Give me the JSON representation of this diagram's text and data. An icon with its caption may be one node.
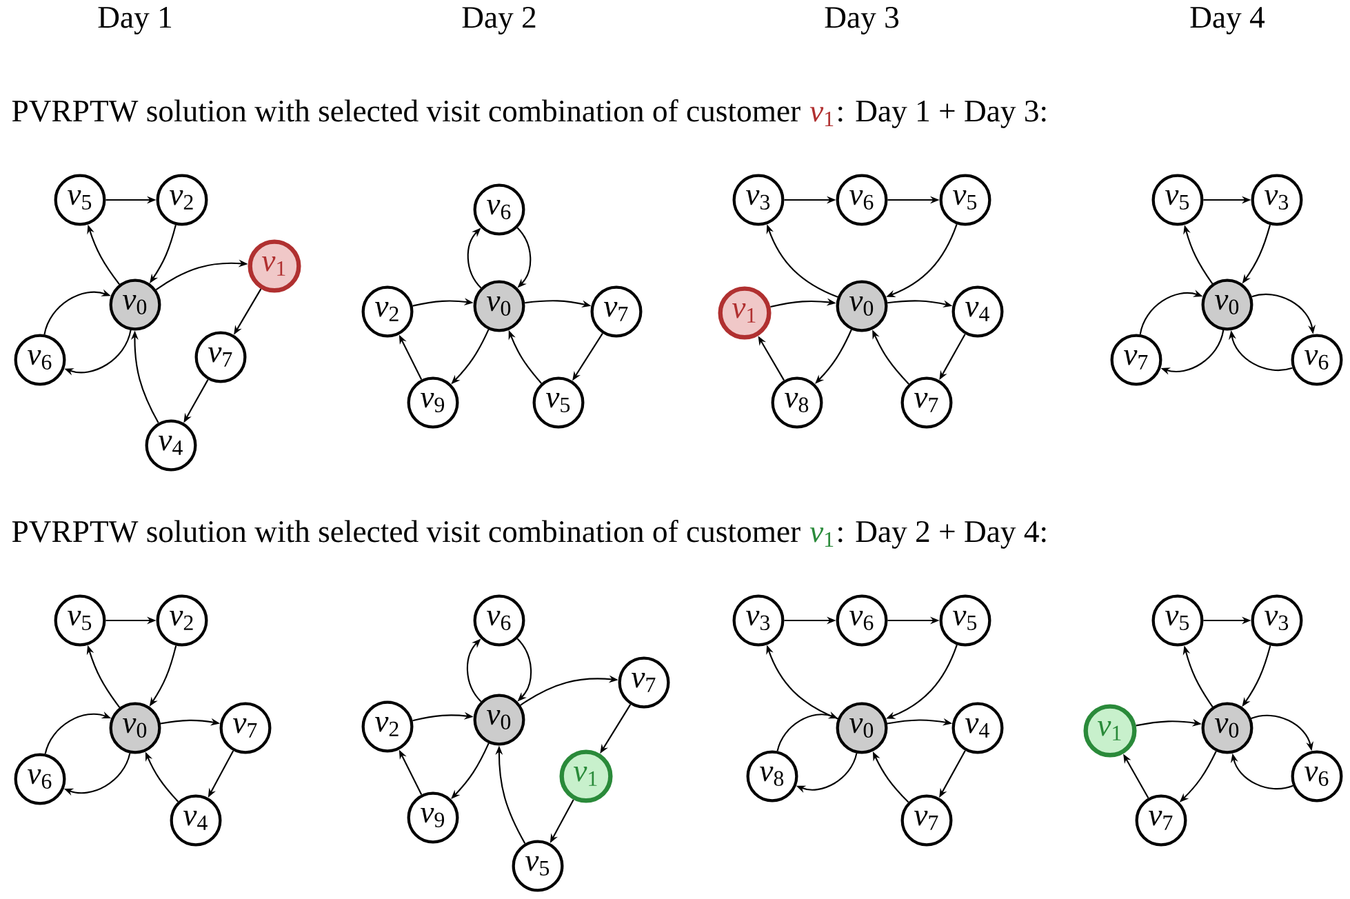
{
  "diagram": {
    "nodes": [
      {
        "text": [
          "*v*$_{5}$"
        ]
      },
      {
        "text": [
          "*v*$_{2}$"
        ]
      },
      {
        "text": [
          "*v*$_{0}$"
        ]
      },
      {
        "text": [
          "*v*$_{1}$"
        ]
      },
      {
        "text": [
          "*v*$_{6}$"
        ]
      },
      {
        "text": [
          "*v*$_{7}$"
        ]
      },
      {
        "text": [
          "*v*$_{4}$"
        ]
      },
      {
        "text": [
          "*v*$_{6}$"
        ]
      },
      {
        "text": [
          "*v*$_{2}$"
        ]
      },
      {
        "text": [
          "*v*$_{0}$"
        ]
      },
      {
        "text": [
          "*v*$_{7}$"
        ]
      },
      {
        "text": [
          "*v*$_{9}$"
        ]
      },
      {
        "text": [
          "*v*$_{5}$"
        ]
      },
      {
        "text": [
          "*v*$_{3}$"
        ]
      },
      {
        "text": [
          "*v*$_{6}$"
        ]
      },
      {
        "text": [
          "*v*$_{5}$"
        ]
      },
      {
        "text": [
          "*v*$_{1}$"
        ]
      },
      {
        "text": [
          "*v*$_{0}$"
        ]
      },
      {
        "text": [
          "*v*$_{4}$"
        ]
      },
      {
        "text": [
          "*v*$_{8}$"
        ]
      },
      {
        "text": [
          "*v*$_{7}$"
        ]
      },
      {
        "text": [
          "*v*$_{5}$"
        ]
      },
      {
        "text": [
          "*v*$_{3}$"
        ]
      },
      {
        "text": [
          "*v*$_{0}$"
        ]
      },
      {
        "text": [
          "*v*$_{7}$"
        ]
      },
      {
        "text": [
          "*v*$_{6}$"
        ]
      },
      {
        "text": [
          "*v*$_{5}$"
        ]
      },
      {
        "text": [
          "*v*$_{2}$"
        ]
      },
      {
        "text": [
          "*v*$_{0}$"
        ]
      },
      {
        "text": [
          "*v*$_{7}$"
        ]
      },
      {
        "text": [
          "*v*$_{6}$"
        ]
      },
      {
        "text": [
          "*v*$_{4}$"
        ]
      },
      {
        "text": [
          "*v*$_{6}$"
        ]
      },
      {
        "text": [
          "*v*$_{2}$"
        ]
      },
      {
        "text": [
          "*v*$_{0}$"
        ]
      },
      {
        "text": [
          "*v*$_{7}$"
        ]
      },
      {
        "text": [
          "*v*$_{1}$"
        ]
      },
      {
        "text": [
          "*v*$_{9}$"
        ]
      },
      {
        "text": [
          "*v*$_{5}$"
        ]
      },
      {
        "text": [
          "*v*$_{3}$"
        ]
      },
      {
        "text": [
          "*v*$_{6}$"
        ]
      },
      {
        "text": [
          "*v*$_{5}$"
        ]
      },
      {
        "text": [
          "*v*$_{0}$"
        ]
      },
      {
        "text": [
          "*v*$_{4}$"
        ]
      },
      {
        "text": [
          "*v*$_{8}$"
        ]
      },
      {
        "text": [
          "*v*$_{7}$"
        ]
      },
      {
        "text": [
          "*v*$_{5}$"
        ]
      },
      {
        "text": [
          "*v*$_{3}$"
        ]
      },
      {
        "text": [
          "*v*$_{1}$"
        ]
      },
      {
        "text": [
          "*v*$_{0}$"
        ]
      },
      {
        "text": [
          "*v*$_{6}$"
        ]
      },
      {
        "text": [
          "*v*$_{7}$"
        ]
      }
    ],
    "edges": [
      {
        "from": 2,
        "to": 0,
        "arrow": "to"
      },
      {
        "from": 0,
        "to": 1,
        "arrow": "to"
      },
      {
        "from": 1,
        "to": 2,
        "arrow": "to"
      },
      {
        "from": 2,
        "to": 3,
        "arrow": "to"
      },
      {
        "from": 3,
        "to": 5,
        "arrow": "to"
      },
      {
        "from": 5,
        "to": 6,
        "arrow": "to"
      },
      {
        "from": 6,
        "to": 2,
        "arrow": "to"
      },
      {
        "from": 4,
        "to": 2,
        "arrow": "to"
      },
      {
        "from": 2,
        "to": 4,
        "arrow": "to"
      },
      {
        "from": 9,
        "to": 7,
        "arrow": "to"
      },
      {
        "from": 7,
        "to": 9,
        "arrow": "to"
      },
      {
        "from": 8,
        "to": 9,
        "arrow": "to"
      },
      {
        "from": 9,
        "to": 10,
        "arrow": "to"
      },
      {
        "from": 10,
        "to": 12,
        "arrow": "to"
      },
      {
        "from": 12,
        "to": 9,
        "arrow": "to"
      },
      {
        "from": 9,
        "to": 11,
        "arrow": "to"
      },
      {
        "from": 11,
        "to": 8,
        "arrow": "to"
      },
      {
        "from": 17,
        "to": 13,
        "arrow": "to"
      },
      {
        "from": 13,
        "to": 14,
        "arrow": "to"
      },
      {
        "from": 14,
        "to": 15,
        "arrow": "to"
      },
      {
        "from": 15,
        "to": 17,
        "arrow": "to"
      },
      {
        "from": 16,
        "to": 17,
        "arrow": "to"
      },
      {
        "from": 17,
        "to": 18,
        "arrow": "to"
      },
      {
        "from": 18,
        "to": 20,
        "arrow": "to"
      },
      {
        "from": 20,
        "to": 17,
        "arrow": "to"
      },
      {
        "from": 17,
        "to": 19,
        "arrow": "to"
      },
      {
        "from": 19,
        "to": 16,
        "arrow": "to"
      },
      {
        "from": 23,
        "to": 21,
        "arrow": "to"
      },
      {
        "from": 21,
        "to": 22,
        "arrow": "to"
      },
      {
        "from": 22,
        "to": 23,
        "arrow": "to"
      },
      {
        "from": 24,
        "to": 23,
        "arrow": "to"
      },
      {
        "from": 23,
        "to": 24,
        "arrow": "to"
      },
      {
        "from": 23,
        "to": 25,
        "arrow": "to"
      },
      {
        "from": 25,
        "to": 23,
        "arrow": "to"
      },
      {
        "from": 28,
        "to": 26,
        "arrow": "to"
      },
      {
        "from": 26,
        "to": 27,
        "arrow": "to"
      },
      {
        "from": 27,
        "to": 28,
        "arrow": "to"
      },
      {
        "from": 30,
        "to": 28,
        "arrow": "to"
      },
      {
        "from": 28,
        "to": 30,
        "arrow": "to"
      },
      {
        "from": 28,
        "to": 29,
        "arrow": "to"
      },
      {
        "from": 29,
        "to": 31,
        "arrow": "to"
      },
      {
        "from": 31,
        "to": 28,
        "arrow": "to"
      },
      {
        "from": 34,
        "to": 32,
        "arrow": "to"
      },
      {
        "from": 32,
        "to": 34,
        "arrow": "to"
      },
      {
        "from": 33,
        "to": 34,
        "arrow": "to"
      },
      {
        "from": 34,
        "to": 35,
        "arrow": "to"
      },
      {
        "from": 35,
        "to": 36,
        "arrow": "to"
      },
      {
        "from": 36,
        "to": 38,
        "arrow": "to"
      },
      {
        "from": 38,
        "to": 34,
        "arrow": "to"
      },
      {
        "from": 34,
        "to": 37,
        "arrow": "to"
      },
      {
        "from": 37,
        "to": 33,
        "arrow": "to"
      },
      {
        "from": 42,
        "to": 39,
        "arrow": "to"
      },
      {
        "from": 39,
        "to": 40,
        "arrow": "to"
      },
      {
        "from": 40,
        "to": 41,
        "arrow": "to"
      },
      {
        "from": 41,
        "to": 42,
        "arrow": "to"
      },
      {
        "from": 44,
        "to": 42,
        "arrow": "to"
      },
      {
        "from": 42,
        "to": 44,
        "arrow": "to"
      },
      {
        "from": 42,
        "to": 43,
        "arrow": "to"
      },
      {
        "from": 43,
        "to": 45,
        "arrow": "to"
      },
      {
        "from": 45,
        "to": 42,
        "arrow": "to"
      },
      {
        "from": 49,
        "to": 46,
        "arrow": "to"
      },
      {
        "from": 46,
        "to": 47,
        "arrow": "to"
      },
      {
        "from": 47,
        "to": 49,
        "arrow": "to"
      },
      {
        "from": 48,
        "to": 49,
        "arrow": "to"
      },
      {
        "from": 49,
        "to": 51,
        "arrow": "to"
      },
      {
        "from": 51,
        "to": 48,
        "arrow": "to"
      },
      {
        "from": 49,
        "to": 50,
        "arrow": "to"
      },
      {
        "from": 50,
        "to": 49,
        "arrow": "to"
      }
    ],
    "labels": [
      "Day 1",
      "Day 2",
      "Day 3",
      "Day 4",
      "PVRPTW solution with selected visit combination of customer",
      "*v*$_{1}$",
      ": Day 1 + Day 3:",
      "PVRPTW solution with selected visit combination of customer",
      "*v*$_{1}$",
      ": Day 2 + Day 4:"
    ]
  }
}
